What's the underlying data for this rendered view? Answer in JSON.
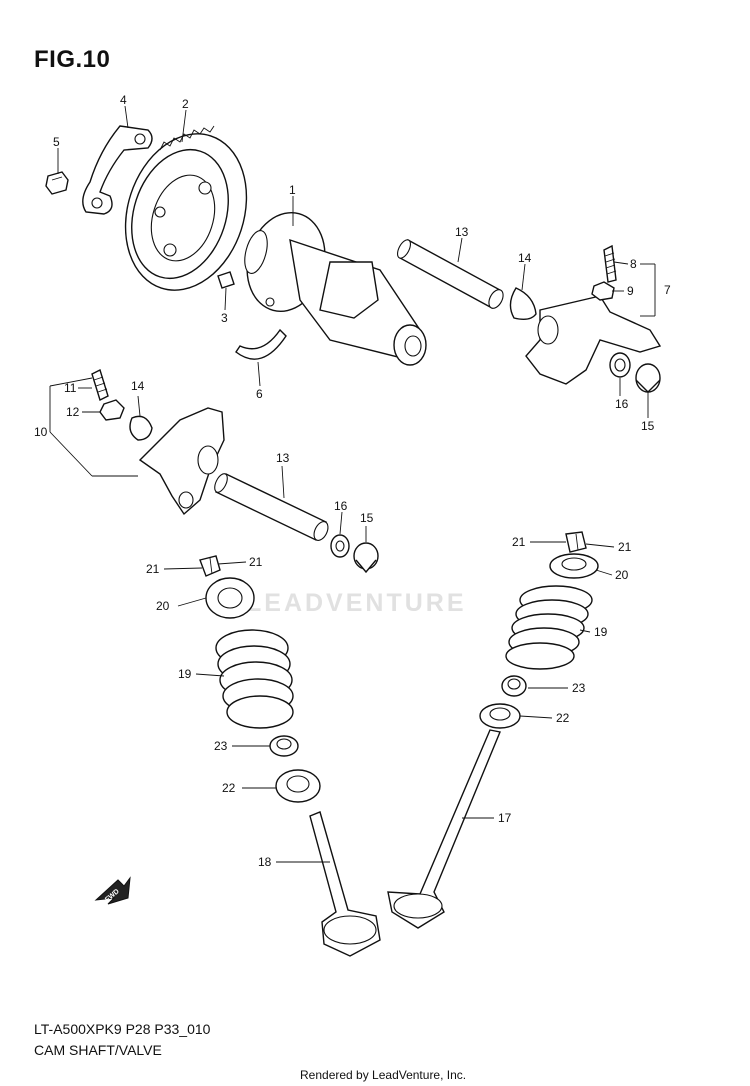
{
  "figure": {
    "title": "FIG.10",
    "code": "LT-A500XPK9 P28 P33_010",
    "caption": "CAM SHAFT/VALVE",
    "credit": "Rendered by LeadVenture, Inc.",
    "watermark": "LEADVENTURE",
    "fwd_label": "FWD"
  },
  "callouts": [
    "1",
    "2",
    "3",
    "4",
    "5",
    "6",
    "7",
    "8",
    "9",
    "10",
    "11",
    "12",
    "13",
    "13",
    "14",
    "14",
    "15",
    "15",
    "16",
    "16",
    "17",
    "18",
    "19",
    "19",
    "20",
    "20",
    "21",
    "21",
    "21",
    "21",
    "22",
    "22",
    "23",
    "23"
  ]
}
